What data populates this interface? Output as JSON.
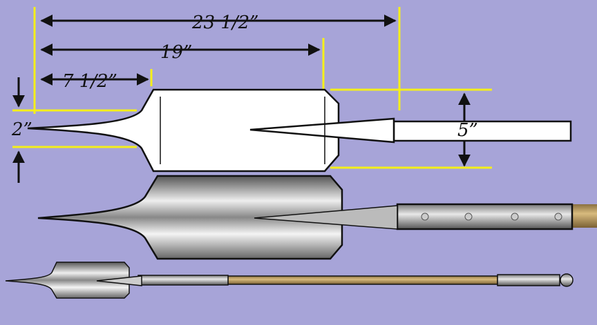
{
  "dimensions": {
    "overall_length": "23 1/2”",
    "head_length": "19”",
    "spike_length": "7 1/2”",
    "spike_width": "2”",
    "blade_width": "5”"
  },
  "colors": {
    "background": "#a7a4d8",
    "guide_lines": "#f5ef1a",
    "shaft_wood": "#c8a96a"
  }
}
